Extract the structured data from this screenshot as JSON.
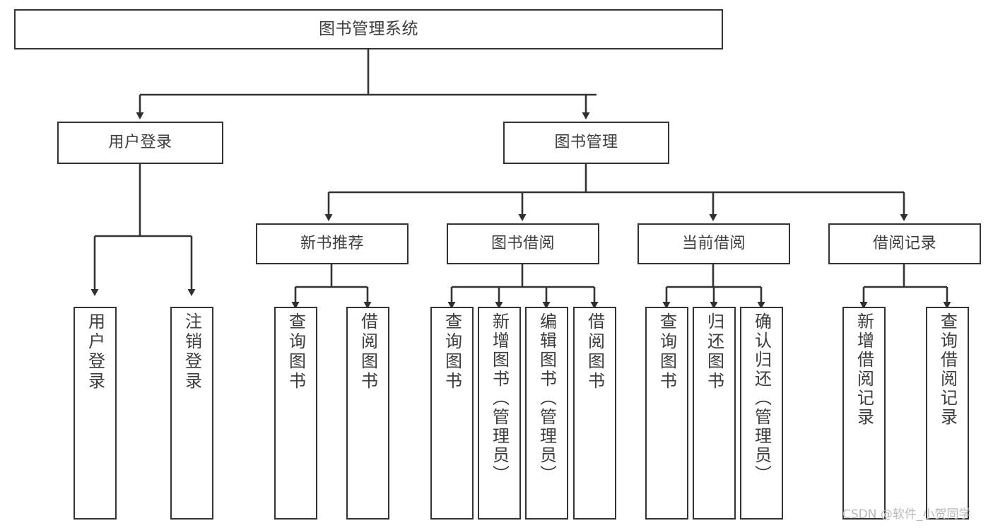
{
  "diagram": {
    "title": "图书管理系统",
    "type": "tree",
    "orientation": "top-down",
    "colors": {
      "box_border": "#333333",
      "box_fill": "#ffffff",
      "text": "#3c3c3c",
      "connector": "#333333",
      "watermark": "#b9b9b9",
      "background": "#ffffff"
    }
  },
  "nodes": {
    "root": {
      "label": "图书管理系统"
    },
    "level2": [
      {
        "label": "用户登录"
      },
      {
        "label": "图书管理"
      }
    ],
    "level3": [
      {
        "label": "新书推荐"
      },
      {
        "label": "图书借阅"
      },
      {
        "label": "当前借阅"
      },
      {
        "label": "借阅记录"
      }
    ],
    "leaves": {
      "user_login": [
        {
          "label": "用户登录"
        },
        {
          "label": "注销登录"
        }
      ],
      "new_book_recommend": [
        {
          "label": "查询图书"
        },
        {
          "label": "借阅图书"
        }
      ],
      "book_borrow": [
        {
          "label": "查询图书"
        },
        {
          "label": "新增图书（管理员）"
        },
        {
          "label": "编辑图书（管理员）"
        },
        {
          "label": "借阅图书"
        }
      ],
      "current_borrow": [
        {
          "label": "查询图书"
        },
        {
          "label": "归还图书"
        },
        {
          "label": "确认归还（管理员）"
        }
      ],
      "borrow_record": [
        {
          "label": "新增借阅记录"
        },
        {
          "label": "查询借阅记录"
        }
      ]
    }
  },
  "watermark": {
    "text": "CSDN @软件_小贺同学"
  }
}
